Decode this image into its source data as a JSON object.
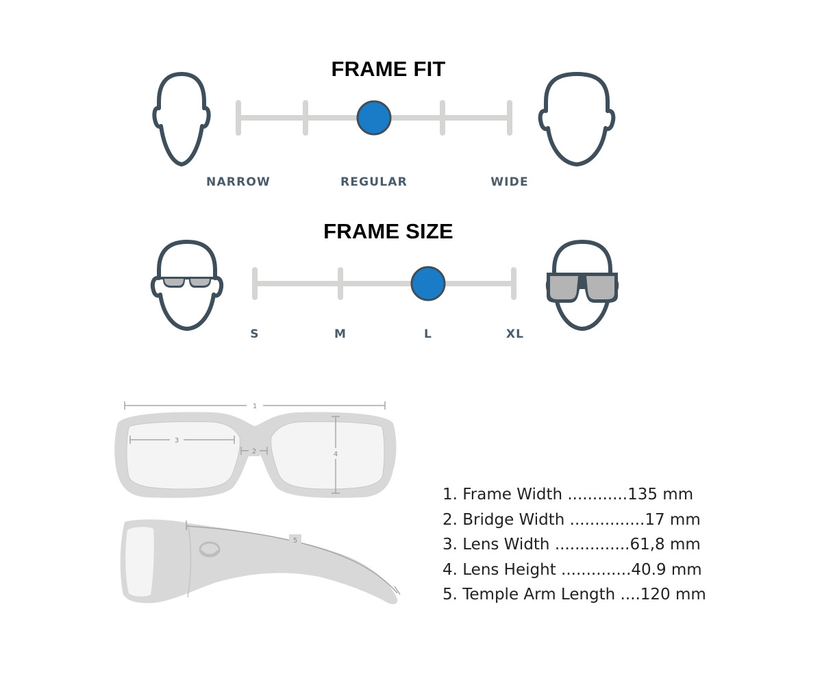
{
  "frame_fit": {
    "title": "FRAME FIT",
    "labels": [
      "NARROW",
      "REGULAR",
      "WIDE"
    ],
    "selected": "REGULAR"
  },
  "frame_size": {
    "title": "FRAME SIZE",
    "labels": [
      "S",
      "M",
      "L",
      "XL"
    ],
    "selected": "L"
  },
  "diagram_markers": [
    "1",
    "2",
    "3",
    "4",
    "5"
  ],
  "measurements": [
    "1. Frame Width ............135 mm",
    "2. Bridge Width ...............17 mm",
    "3. Lens Width ...............61,8 mm",
    "4. Lens Height ..............40.9 mm",
    "5. Temple Arm Length ....120 mm"
  ],
  "colors": {
    "accent": "#1a7cc6",
    "track": "#d5d5d4",
    "outline": "#3f4e5b",
    "frame_gray": "#d8d8d8",
    "lens_gray": "#c6c6c6"
  },
  "icons": [
    "narrow-face-icon",
    "wide-face-icon",
    "small-glasses-face-icon",
    "large-glasses-face-icon",
    "costa-logo-icon"
  ]
}
